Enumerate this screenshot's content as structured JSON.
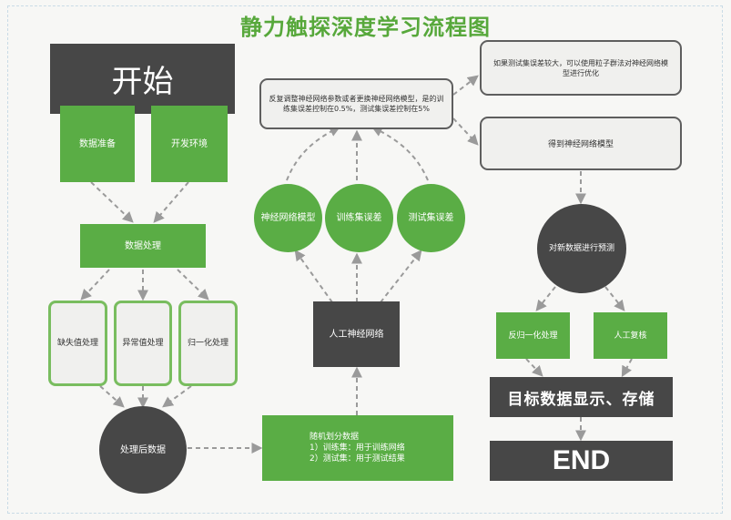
{
  "title": "静力触探深度学习流程图",
  "colors": {
    "green": "#5aad45",
    "dark": "#474747",
    "arrow": "#9a9a9a",
    "title": "#57a83b"
  },
  "nodes": {
    "start": "开始",
    "data_prep": "数据准备",
    "dev_env": "开发环境",
    "data_processing": "数据处理",
    "missing_values": "缺失值处理",
    "outliers": "异常值处理",
    "normalization": "归一化处理",
    "processed_data": "处理后数据",
    "split_title": "随机划分数据",
    "split_train": "1）训练集：用于训练网络",
    "split_test": "2）测试集：用于测试结果",
    "ann": "人工神经网络",
    "nn_model": "神经网络模型",
    "train_error": "训练集误差",
    "test_error": "测试集误差",
    "adjust": "反复调整神经网络参数或者更换神经网络模型，是的训练集误差控制在0.5%，测试集误差控制在5%",
    "pso": "如果测试集误差较大，可以使用粒子群法对神经网络模型进行优化",
    "get_model": "得到神经网络模型",
    "predict": "对新数据进行预测",
    "denormalize": "反归一化处理",
    "manual_review": "人工复核",
    "display_store": "目标数据显示、存储",
    "end": "END"
  }
}
